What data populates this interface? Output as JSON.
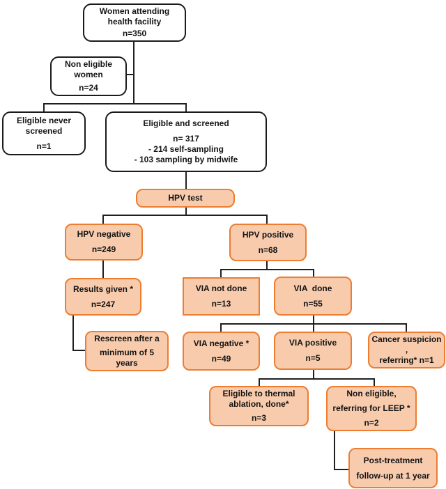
{
  "figure": {
    "type": "flowchart",
    "title": "HPV screening cascade flow diagram",
    "background": "#ffffff"
  },
  "colors": {
    "orange_box_fill": "#F8CBAD",
    "orange_box_border": "#ED7D31",
    "white_box_fill": "#ffffff",
    "white_box_border": "#1a1a1a",
    "connector_line": "#1f1f1f",
    "text": "#141414"
  },
  "nodes": {
    "women_attending": {
      "lines": [
        "Women attending",
        "health facility",
        "",
        "n=350"
      ]
    },
    "non_eligible_women": {
      "lines": [
        "Non eligible",
        "women",
        "",
        "n=24"
      ]
    },
    "eligible_never_screened": {
      "lines": [
        "Eligible never",
        "screened",
        "",
        "n=1"
      ]
    },
    "eligible_screened": {
      "lines": [
        "Eligible and screened",
        "",
        "n= 317",
        "- 214 self-sampling",
        "- 103 sampling by midwife"
      ]
    },
    "hpv_test": {
      "lines": [
        "HPV test"
      ]
    },
    "hpv_negative": {
      "lines": [
        "HPV negative",
        "",
        "n=249"
      ]
    },
    "hpv_positive": {
      "lines": [
        "HPV positive",
        "",
        "n=68"
      ]
    },
    "results_given": {
      "lines": [
        "Results given *",
        "",
        "n=247"
      ]
    },
    "via_not_done": {
      "lines": [
        "VIA not done",
        "",
        "n=13"
      ]
    },
    "via_done": {
      "lines": [
        "VIA  done",
        "",
        "n=55"
      ]
    },
    "rescreen": {
      "lines": [
        "Rescreen after a",
        "",
        "minimum of 5",
        "years"
      ]
    },
    "via_negative": {
      "lines": [
        "VIA negative *",
        "",
        "n=49"
      ]
    },
    "via_positive": {
      "lines": [
        "VIA positive",
        "",
        "n=5"
      ]
    },
    "cancer_suspicion": {
      "lines": [
        "Cancer suspicion ,",
        "referring* n=1"
      ]
    },
    "eligible_thermal": {
      "lines": [
        "Eligible to thermal",
        "ablation, done*",
        "",
        "n=3"
      ]
    },
    "non_eligible_leep": {
      "lines": [
        "Non eligible,",
        "",
        "referring for LEEP *",
        "",
        "n=2"
      ]
    },
    "post_treatment": {
      "lines": [
        "Post-treatment",
        "",
        "follow-up at 1 year"
      ]
    }
  }
}
